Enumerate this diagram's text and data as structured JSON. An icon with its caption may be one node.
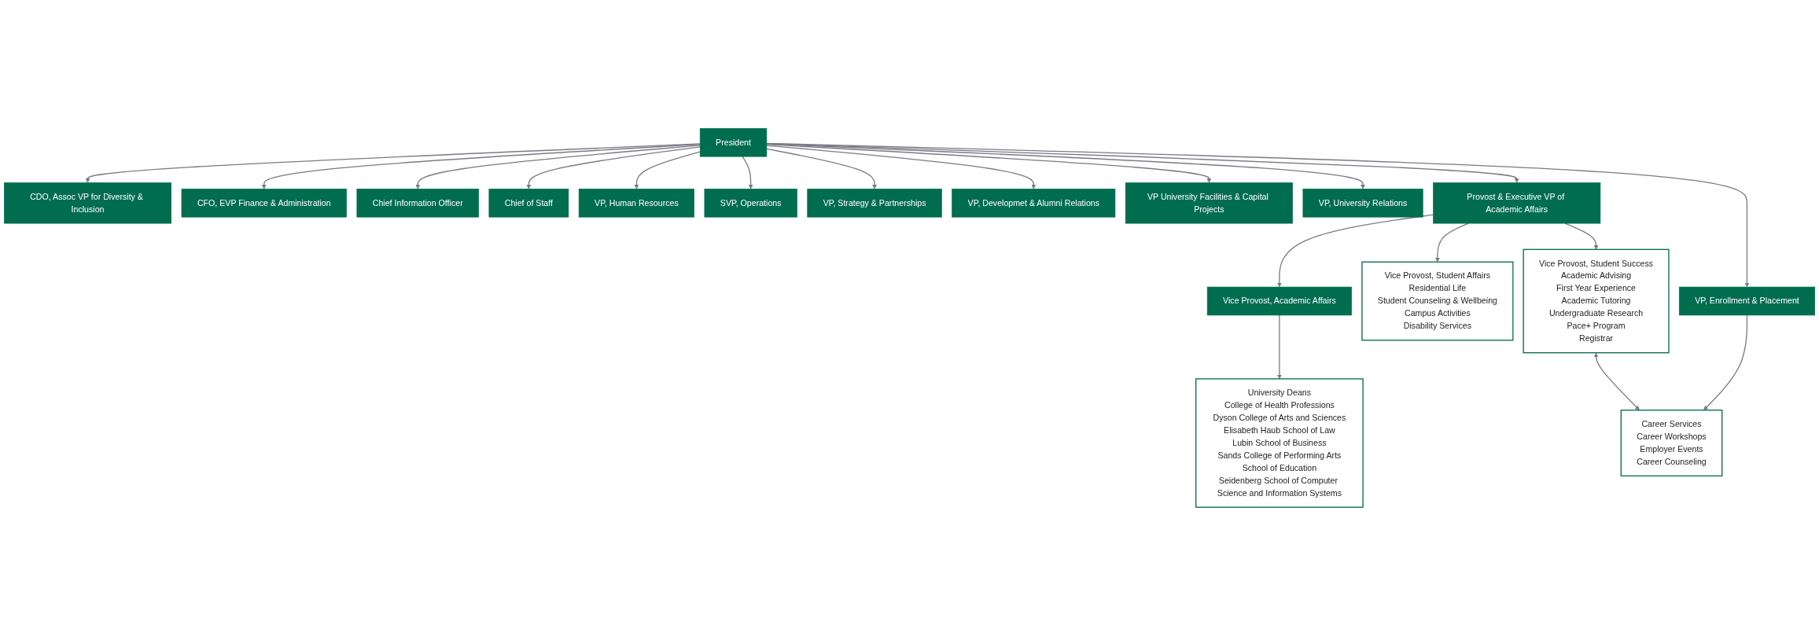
{
  "diagram": {
    "nodes": [
      {
        "text": [
          "President"
        ]
      },
      {
        "text": [
          "CDO, Assoc VP for Diversity & Inclusion"
        ]
      },
      {
        "text": [
          "CFO, EVP Finance & Administration"
        ]
      },
      {
        "text": [
          "Chief Information Officer"
        ]
      },
      {
        "text": [
          "Chief of Staff"
        ]
      },
      {
        "text": [
          "VP, Human Resources"
        ]
      },
      {
        "text": [
          "SVP, Operations"
        ]
      },
      {
        "text": [
          "VP, Strategy & Partnerships"
        ]
      },
      {
        "text": [
          "VP, Developmet & Alumni Relations"
        ]
      },
      {
        "text": [
          "VP University Facilities & Capital Projects"
        ]
      },
      {
        "text": [
          "VP, University Relations"
        ]
      },
      {
        "text": [
          "Provost & Executive VP of Academic Affairs"
        ]
      },
      {
        "text": [
          "VP, Enrollment & Placement"
        ]
      },
      {
        "text": [
          "Vice Provost, Academic Affairs"
        ]
      },
      {
        "text": [
          "Vice Provost, Student Affairs",
          "Residential Life",
          "Student Counseling & Wellbeing",
          "Campus Activities",
          "Disability Services"
        ]
      },
      {
        "text": [
          "Vice Provost, Student Success",
          "Academic Advising",
          "First Year Experience",
          "Academic Tutoring",
          "Undergraduate Research",
          "Pace+ Program",
          "Registrar"
        ]
      },
      {
        "text": [
          "Career Services",
          "Career Workshops",
          "Employer Events",
          "Career Counseling"
        ]
      },
      {
        "text": [
          "University Deans",
          "College of Health Professions",
          "Dyson College of Arts and Sciences",
          "Elisabeth Haub School of Law",
          "Lubin School of Business",
          "Sands College of Performing Arts",
          "School of Education",
          "Seidenberg School of Computer Science and Information Systems"
        ]
      }
    ],
    "edges": [
      {
        "from": 0,
        "to": 1,
        "arrow": "to"
      },
      {
        "from": 0,
        "to": 2,
        "arrow": "to"
      },
      {
        "from": 0,
        "to": 3,
        "arrow": "to"
      },
      {
        "from": 0,
        "to": 4,
        "arrow": "to"
      },
      {
        "from": 0,
        "to": 5,
        "arrow": "to"
      },
      {
        "from": 0,
        "to": 6,
        "arrow": "to"
      },
      {
        "from": 0,
        "to": 7,
        "arrow": "to"
      },
      {
        "from": 0,
        "to": 8,
        "arrow": "to"
      },
      {
        "from": 0,
        "to": 9,
        "arrow": "to"
      },
      {
        "from": 0,
        "to": 10,
        "arrow": "to"
      },
      {
        "from": 0,
        "to": 11,
        "arrow": "to"
      },
      {
        "from": 0,
        "to": 12,
        "arrow": "to"
      },
      {
        "from": 11,
        "to": 13,
        "arrow": "to"
      },
      {
        "from": 11,
        "to": 14,
        "arrow": "to"
      },
      {
        "from": 11,
        "to": 15,
        "arrow": "to"
      },
      {
        "from": 13,
        "to": 17,
        "arrow": "to"
      },
      {
        "from": 12,
        "to": 16,
        "arrow": "to"
      },
      {
        "from": 15,
        "to": 16,
        "arrow": "both"
      }
    ]
  }
}
